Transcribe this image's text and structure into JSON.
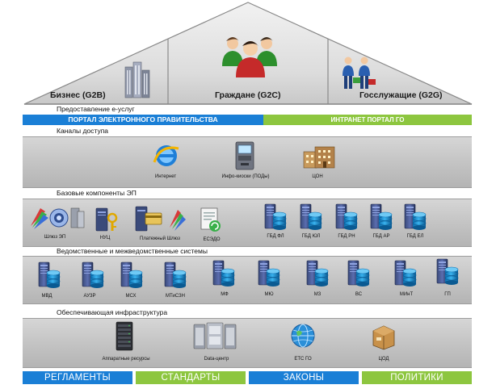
{
  "roof": {
    "business_label": "Бизнес (G2B)",
    "citizens_label": "Граждане (G2C)",
    "officials_label": "Госслужащие (G2G)"
  },
  "services": {
    "title": "Предоставление е-услуг",
    "portal_egov_label": "ПОРТАЛ ЭЛЕКТРОННОГО ПРАВИТЕЛЬСТВА",
    "portal_intranet_label": "ИНТРАНЕТ ПОРТАЛ ГО"
  },
  "access_channels": {
    "title": "Каналы доступа",
    "items": [
      {
        "label": "Интернет",
        "icon": "internet-explorer-icon"
      },
      {
        "label": "Инфо-киоски (ПОДы)",
        "icon": "info-kiosk-icon"
      },
      {
        "label": "ЦОН",
        "icon": "building-icon"
      }
    ]
  },
  "base_components": {
    "title": "Базовые компоненты ЭП",
    "left_items": [
      {
        "label": "Шлюз ЭП",
        "icon": "gateway-icon"
      },
      {
        "label": "НУЦ",
        "icon": "certificate-center-icon"
      },
      {
        "label": "Платежный Шлюз",
        "icon": "payment-gateway-icon"
      },
      {
        "label": "ЕСЭДО",
        "icon": "document-exchange-icon"
      }
    ],
    "databases": [
      "ГБД ФЛ",
      "ГБД ЮЛ",
      "ГБД РН",
      "ГБД АР",
      "ГБД ЕЛ"
    ]
  },
  "agency_systems": {
    "title": "Ведомственные и межведомственные системы",
    "items": [
      "МВД",
      "АУЗР",
      "МСХ",
      "МТиСЗН",
      "МФ",
      "МЮ",
      "МЗ",
      "ВС",
      "МИнТ",
      "ГП"
    ]
  },
  "infrastructure": {
    "title": "Обеспечивающая инфраструктура",
    "items": [
      {
        "label": "Аппаратные ресурсы",
        "icon": "hardware-rack-icon"
      },
      {
        "label": "Data-центр",
        "icon": "data-center-icon"
      },
      {
        "label": "ЕТС ГО",
        "icon": "network-globe-icon"
      },
      {
        "label": "ЦОД",
        "icon": "data-processing-center-icon"
      }
    ]
  },
  "foundation": {
    "regulations": "РЕГЛАМЕНТЫ",
    "standards": "СТАНДАРТЫ",
    "laws": "ЗАКОНЫ",
    "policies": "ПОЛИТИКИ"
  },
  "colors": {
    "blue": "#1a7fd6",
    "green": "#8dc63f",
    "band_gray": "#c4c4c4"
  }
}
